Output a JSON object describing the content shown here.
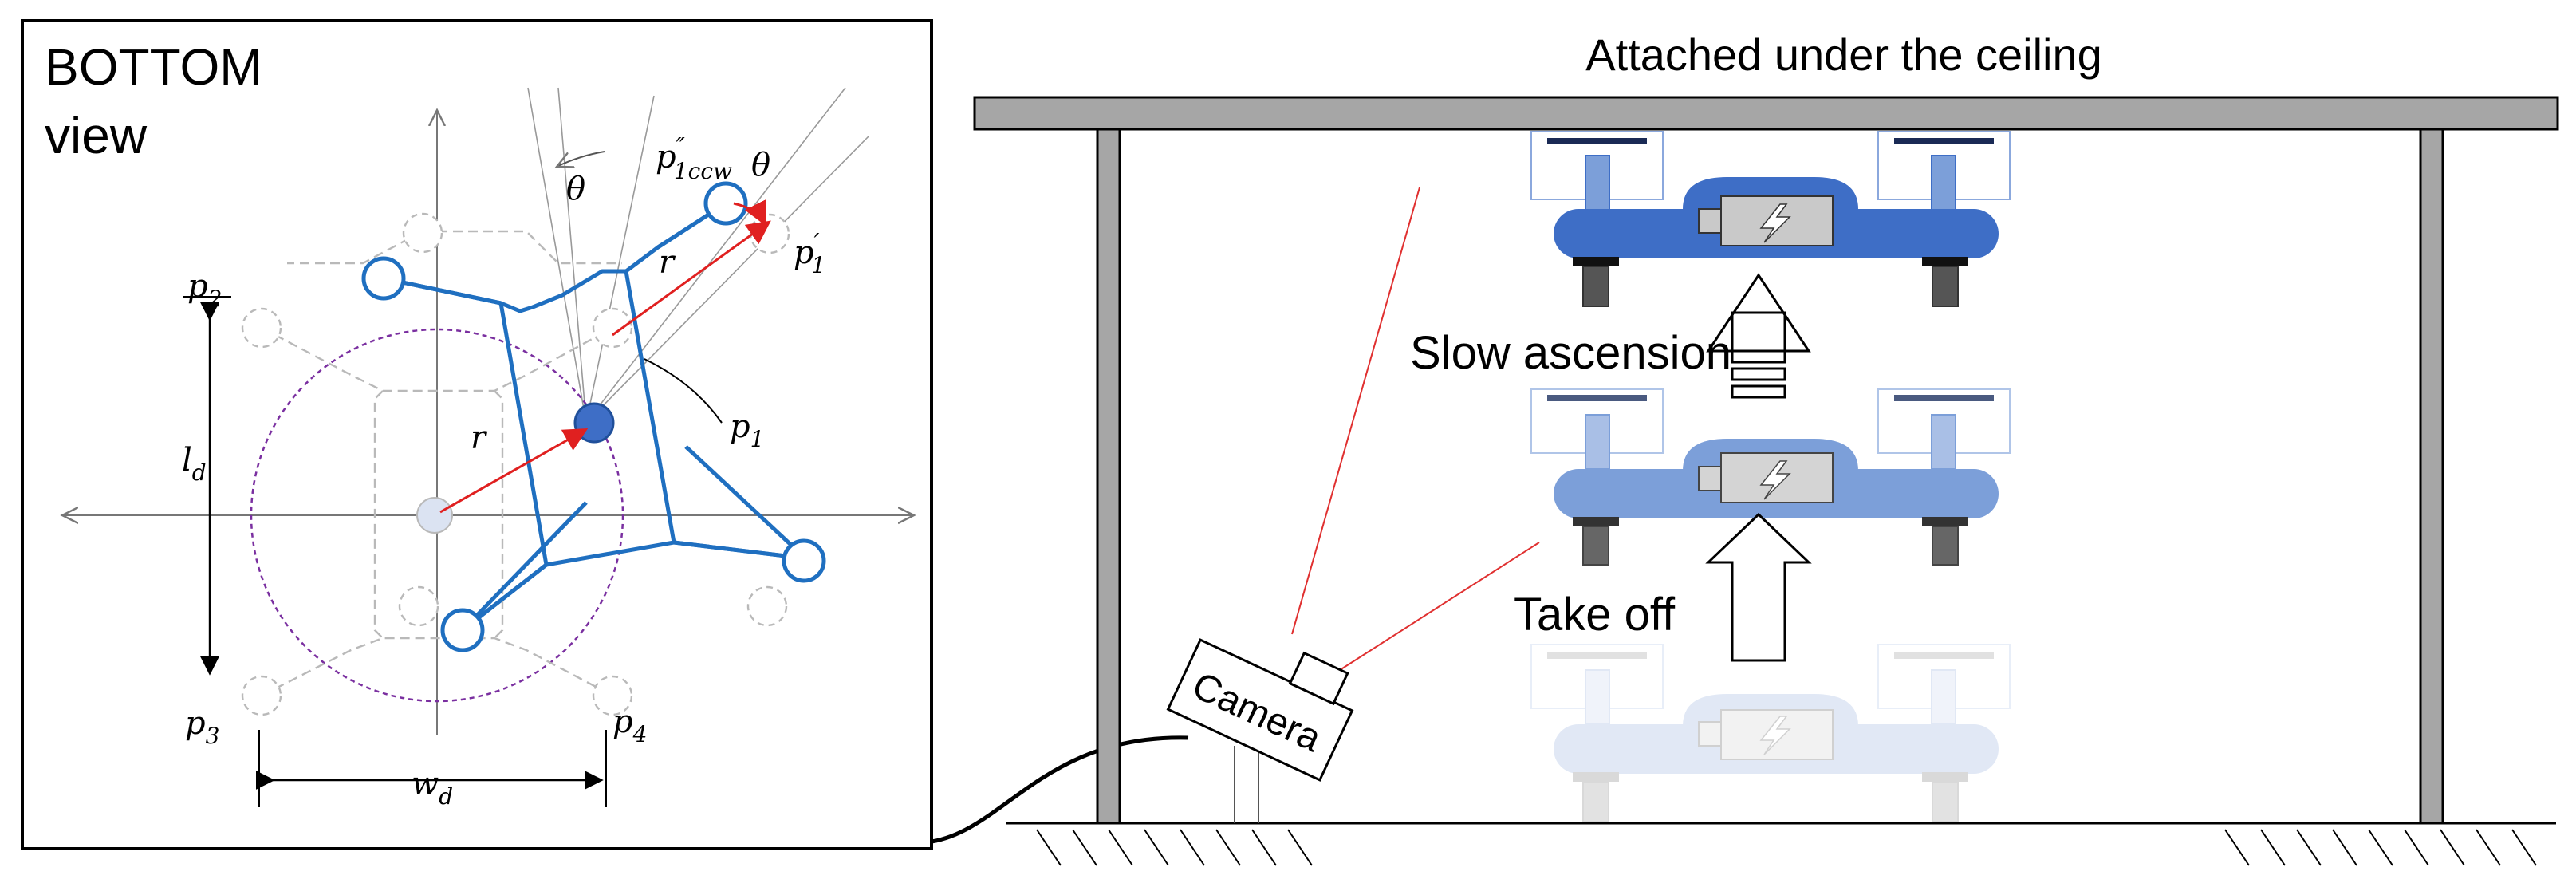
{
  "left_panel": {
    "title_line1": "BOTTOM",
    "title_line2": "view",
    "labels": {
      "theta_top": "θ",
      "theta_right": "θ",
      "p1ccw_base": "p",
      "p1ccw_sup": "″",
      "p1ccw_sub": "1ccw",
      "p1prime_base": "p",
      "p1prime_sup": "′",
      "p1prime_sub": "1",
      "p1_base": "p",
      "p1_sub": "1",
      "p2_base": "p",
      "p2_sub": "2",
      "p3_base": "p",
      "p3_sub": "3",
      "p4_base": "p",
      "p4_sub": "4",
      "r_upper": "r",
      "r_lower": "r",
      "ld_base": "l",
      "ld_sub": "d",
      "wd_base": "w",
      "wd_sub": "d"
    }
  },
  "right_panel": {
    "ceiling_label": "Attached under the ceiling",
    "slow_ascension_label": "Slow ascension",
    "take_off_label": "Take off",
    "camera_label": "Camera"
  },
  "colors": {
    "drone_dark": "#3e6ec6",
    "drone_mid": "#7c9fd9",
    "drone_light": "#d7e1f3",
    "frame_blue": "#1f6fc0",
    "ghost_gray": "#b9b9b9",
    "arrow_red": "#e02020",
    "circle_purple": "#7a2fa0",
    "ceiling_gray": "#a6a6a6",
    "laser_red": "#e03030"
  }
}
